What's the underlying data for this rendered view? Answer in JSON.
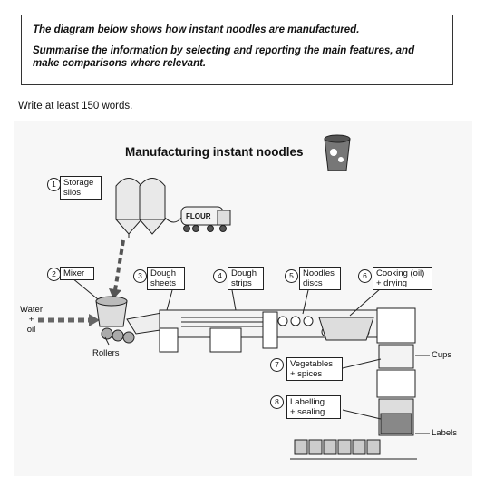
{
  "task": {
    "line1": "The diagram below shows how instant noodles are manufactured.",
    "line2": "Summarise the information by selecting and reporting the main features, and make comparisons where relevant."
  },
  "instruction": "Write at least 150 words.",
  "diagram": {
    "title": "Manufacturing instant noodles",
    "truck_text": "FLOUR",
    "steps": [
      {
        "num": "1",
        "label": "Storage\nsilos"
      },
      {
        "num": "2",
        "label": "Mixer"
      },
      {
        "num": "3",
        "label": "Dough\nsheets"
      },
      {
        "num": "4",
        "label": "Dough\nstrips"
      },
      {
        "num": "5",
        "label": "Noodles\ndiscs"
      },
      {
        "num": "6",
        "label": "Cooking (oil)\n+ drying"
      },
      {
        "num": "7",
        "label": "Vegetables\n+ spices"
      },
      {
        "num": "8",
        "label": "Labelling\n+ sealing"
      }
    ],
    "inputs": "Water\n+\noil",
    "rollers": "Rollers",
    "cups": "Cups",
    "labels": "Labels"
  }
}
